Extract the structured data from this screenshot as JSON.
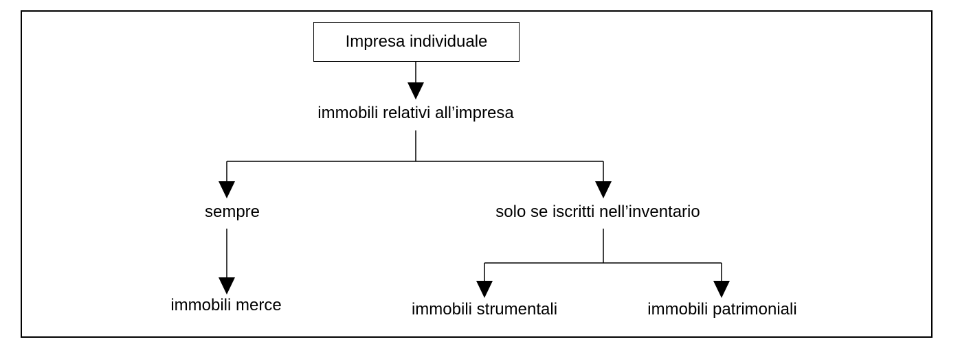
{
  "diagram": {
    "root": "Impresa individuale",
    "level1": "immobili relativi all’impresa",
    "branch_left": "sempre",
    "branch_right": "solo se iscritti nell’inventario",
    "leaf_left": "immobili merce",
    "leaf_mid": "immobili strumentali",
    "leaf_right": "immobili patrimoniali"
  }
}
